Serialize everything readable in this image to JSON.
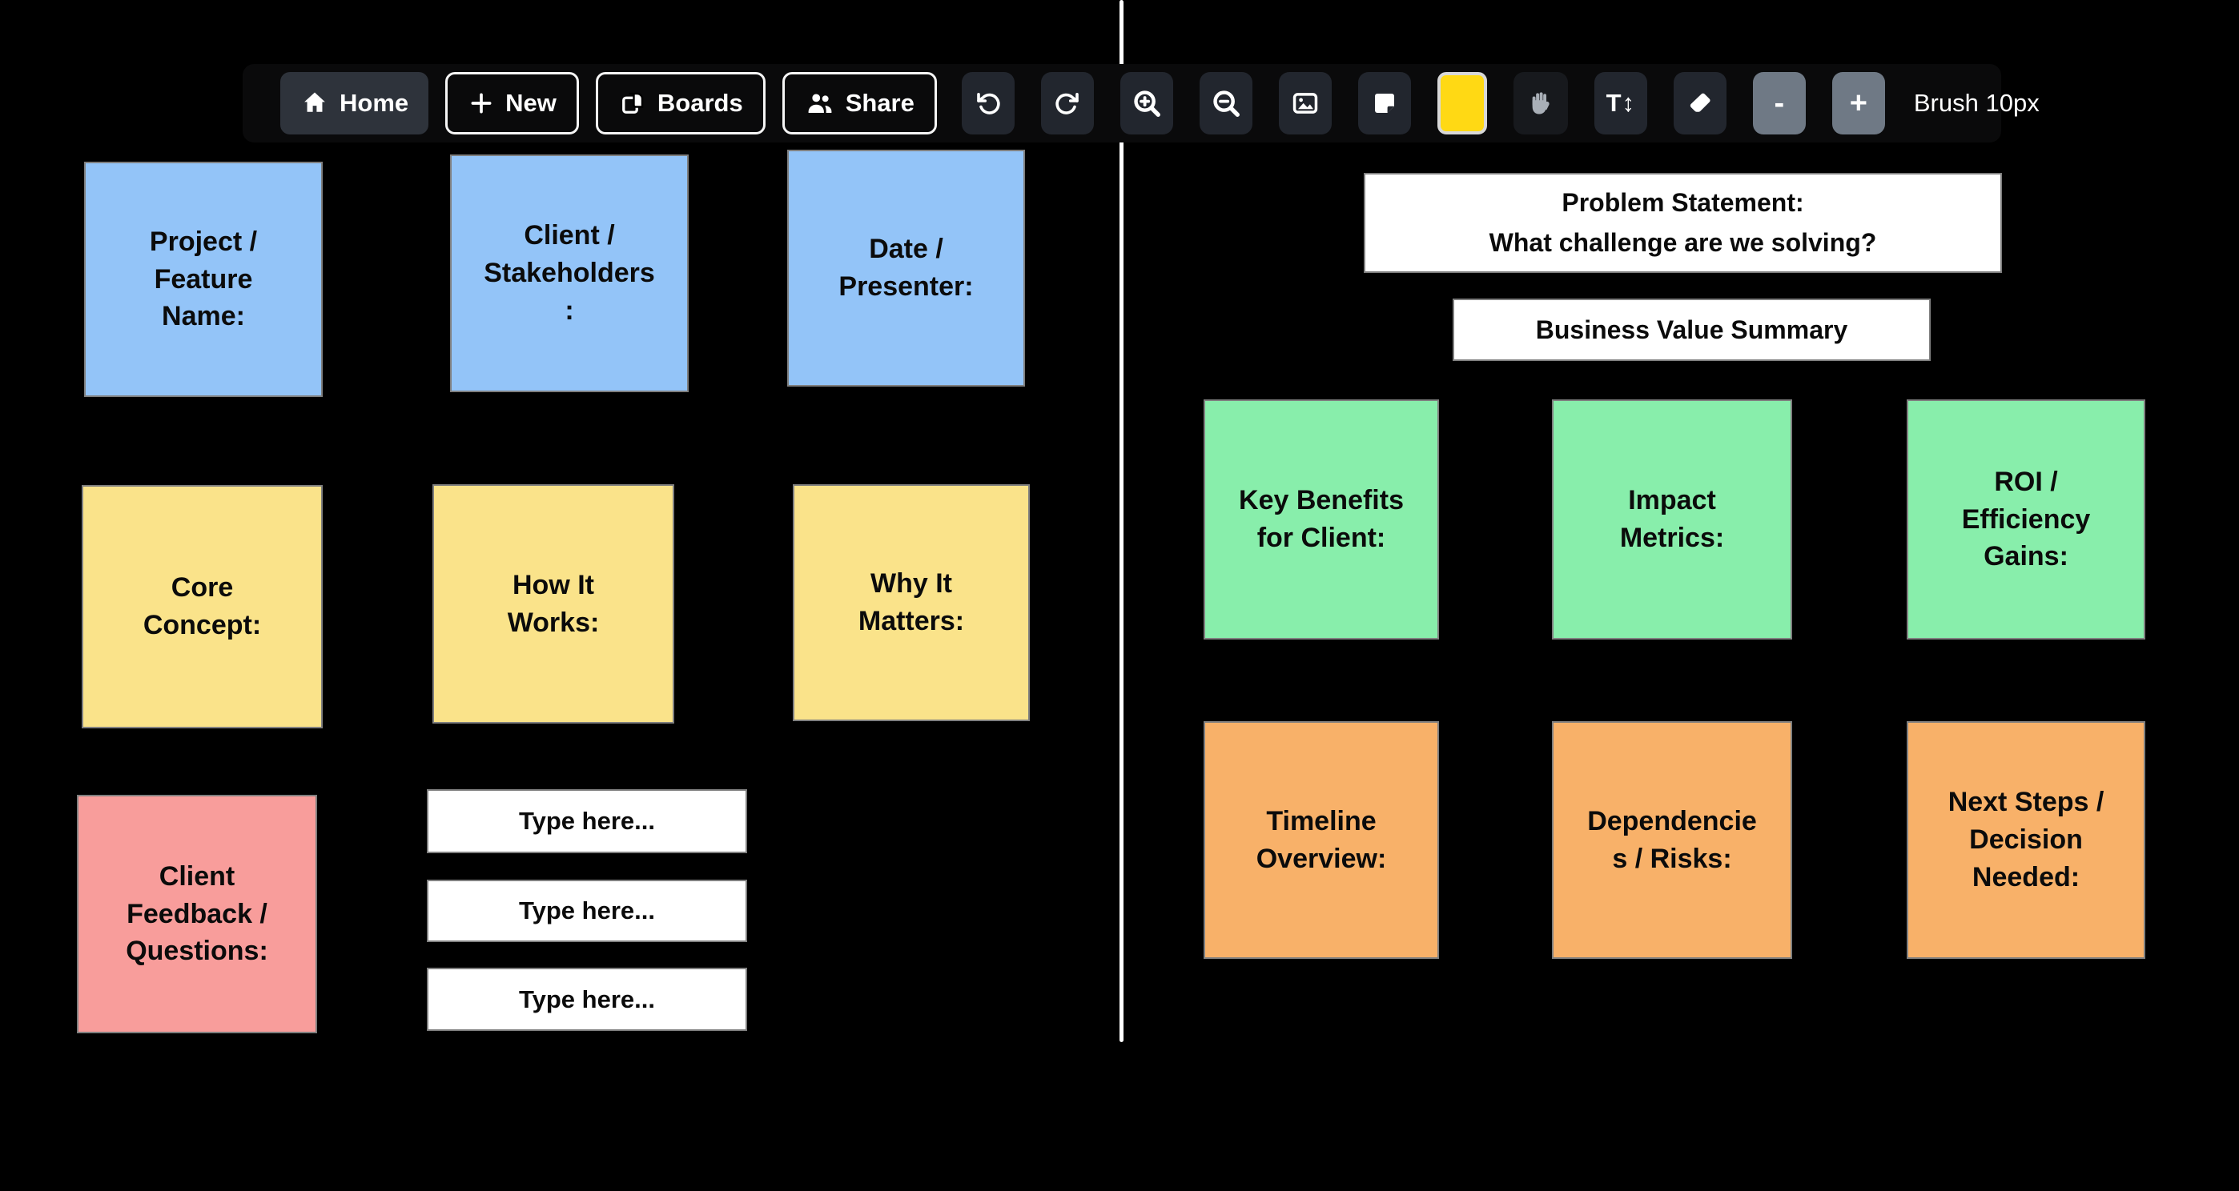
{
  "toolbar": {
    "home_label": "Home",
    "new_label": "New",
    "boards_label": "Boards",
    "share_label": "Share",
    "text_size_icon_glyph": "T↕",
    "decrease_label": "-",
    "increase_label": "+",
    "brush_label": "Brush 10px",
    "selected_color": "#ffd914",
    "icons": [
      "home-icon",
      "plus-icon",
      "copy-icon",
      "users-icon",
      "undo-icon",
      "redo-icon",
      "zoom-in-icon",
      "zoom-out-icon",
      "image-icon",
      "sticky-note-icon",
      "color-swatch",
      "hand-icon",
      "text-size-icon",
      "eraser-icon"
    ]
  },
  "left_board": {
    "blue_notes": [
      "Project / Feature Name:",
      "Client / Stakeholders :",
      "Date / Presenter:"
    ],
    "yellow_notes": [
      "Core Concept:",
      "How It Works:",
      "Why It Matters:"
    ],
    "pink_note": "Client Feedback / Questions:",
    "text_boxes": [
      "Type here...",
      "Type here...",
      "Type here..."
    ]
  },
  "right_board": {
    "problem_statement_line1": "Problem Statement:",
    "problem_statement_line2": "What challenge are we solving?",
    "business_value_summary": "Business Value Summary",
    "green_notes": [
      "Key Benefits for Client:",
      "Impact Metrics:",
      "ROI / Efficiency Gains:"
    ],
    "orange_notes": [
      "Timeline Overview:",
      "Dependencies / Risks:",
      "Next Steps / Decision Needed:"
    ]
  },
  "colors": {
    "canvas": "#000000",
    "toolbar_bg": "#0a0a0b",
    "note_blue": "#93c4f8",
    "note_yellow": "#fae38a",
    "note_pink": "#f89d9b",
    "note_green": "#88eeab",
    "note_orange": "#f8b169",
    "divider": "#ffffff",
    "active_swatch": "#ffd914"
  }
}
